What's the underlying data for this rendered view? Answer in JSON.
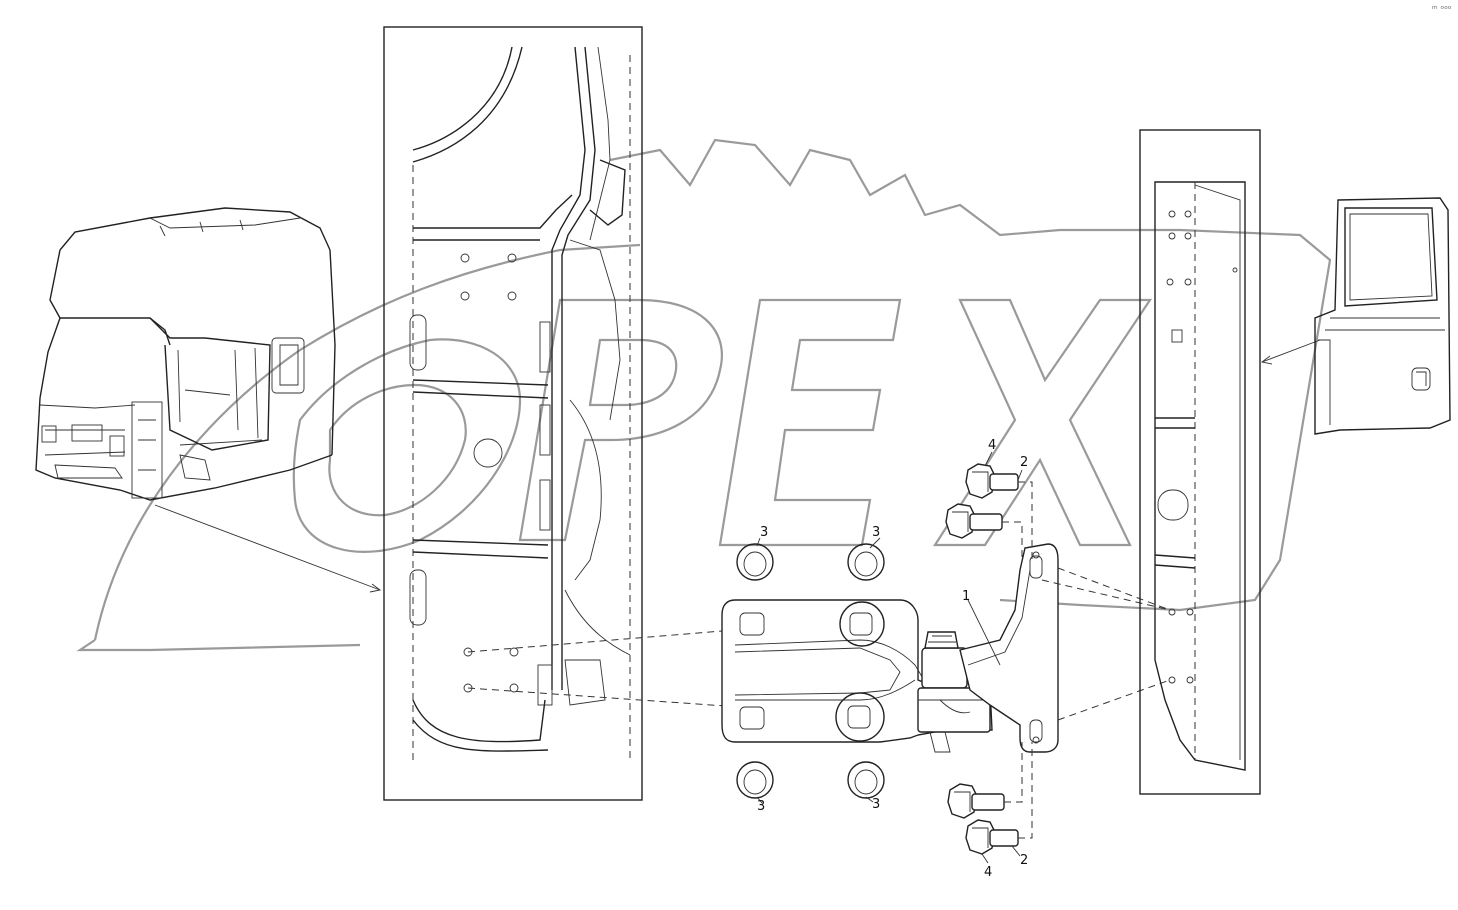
{
  "diagram": {
    "watermark": "OPEX",
    "corner_mark": "ᵐ ᵒᵒᵒ",
    "callouts": [
      {
        "id": "c-4-top",
        "text": "4"
      },
      {
        "id": "c-2-top",
        "text": "2"
      },
      {
        "id": "c-3-a",
        "text": "3"
      },
      {
        "id": "c-3-b",
        "text": "3"
      },
      {
        "id": "c-1",
        "text": "1"
      },
      {
        "id": "c-3-c",
        "text": "3"
      },
      {
        "id": "c-3-d",
        "text": "3"
      },
      {
        "id": "c-2-bot",
        "text": "2"
      },
      {
        "id": "c-4-bot",
        "text": "4"
      }
    ]
  }
}
